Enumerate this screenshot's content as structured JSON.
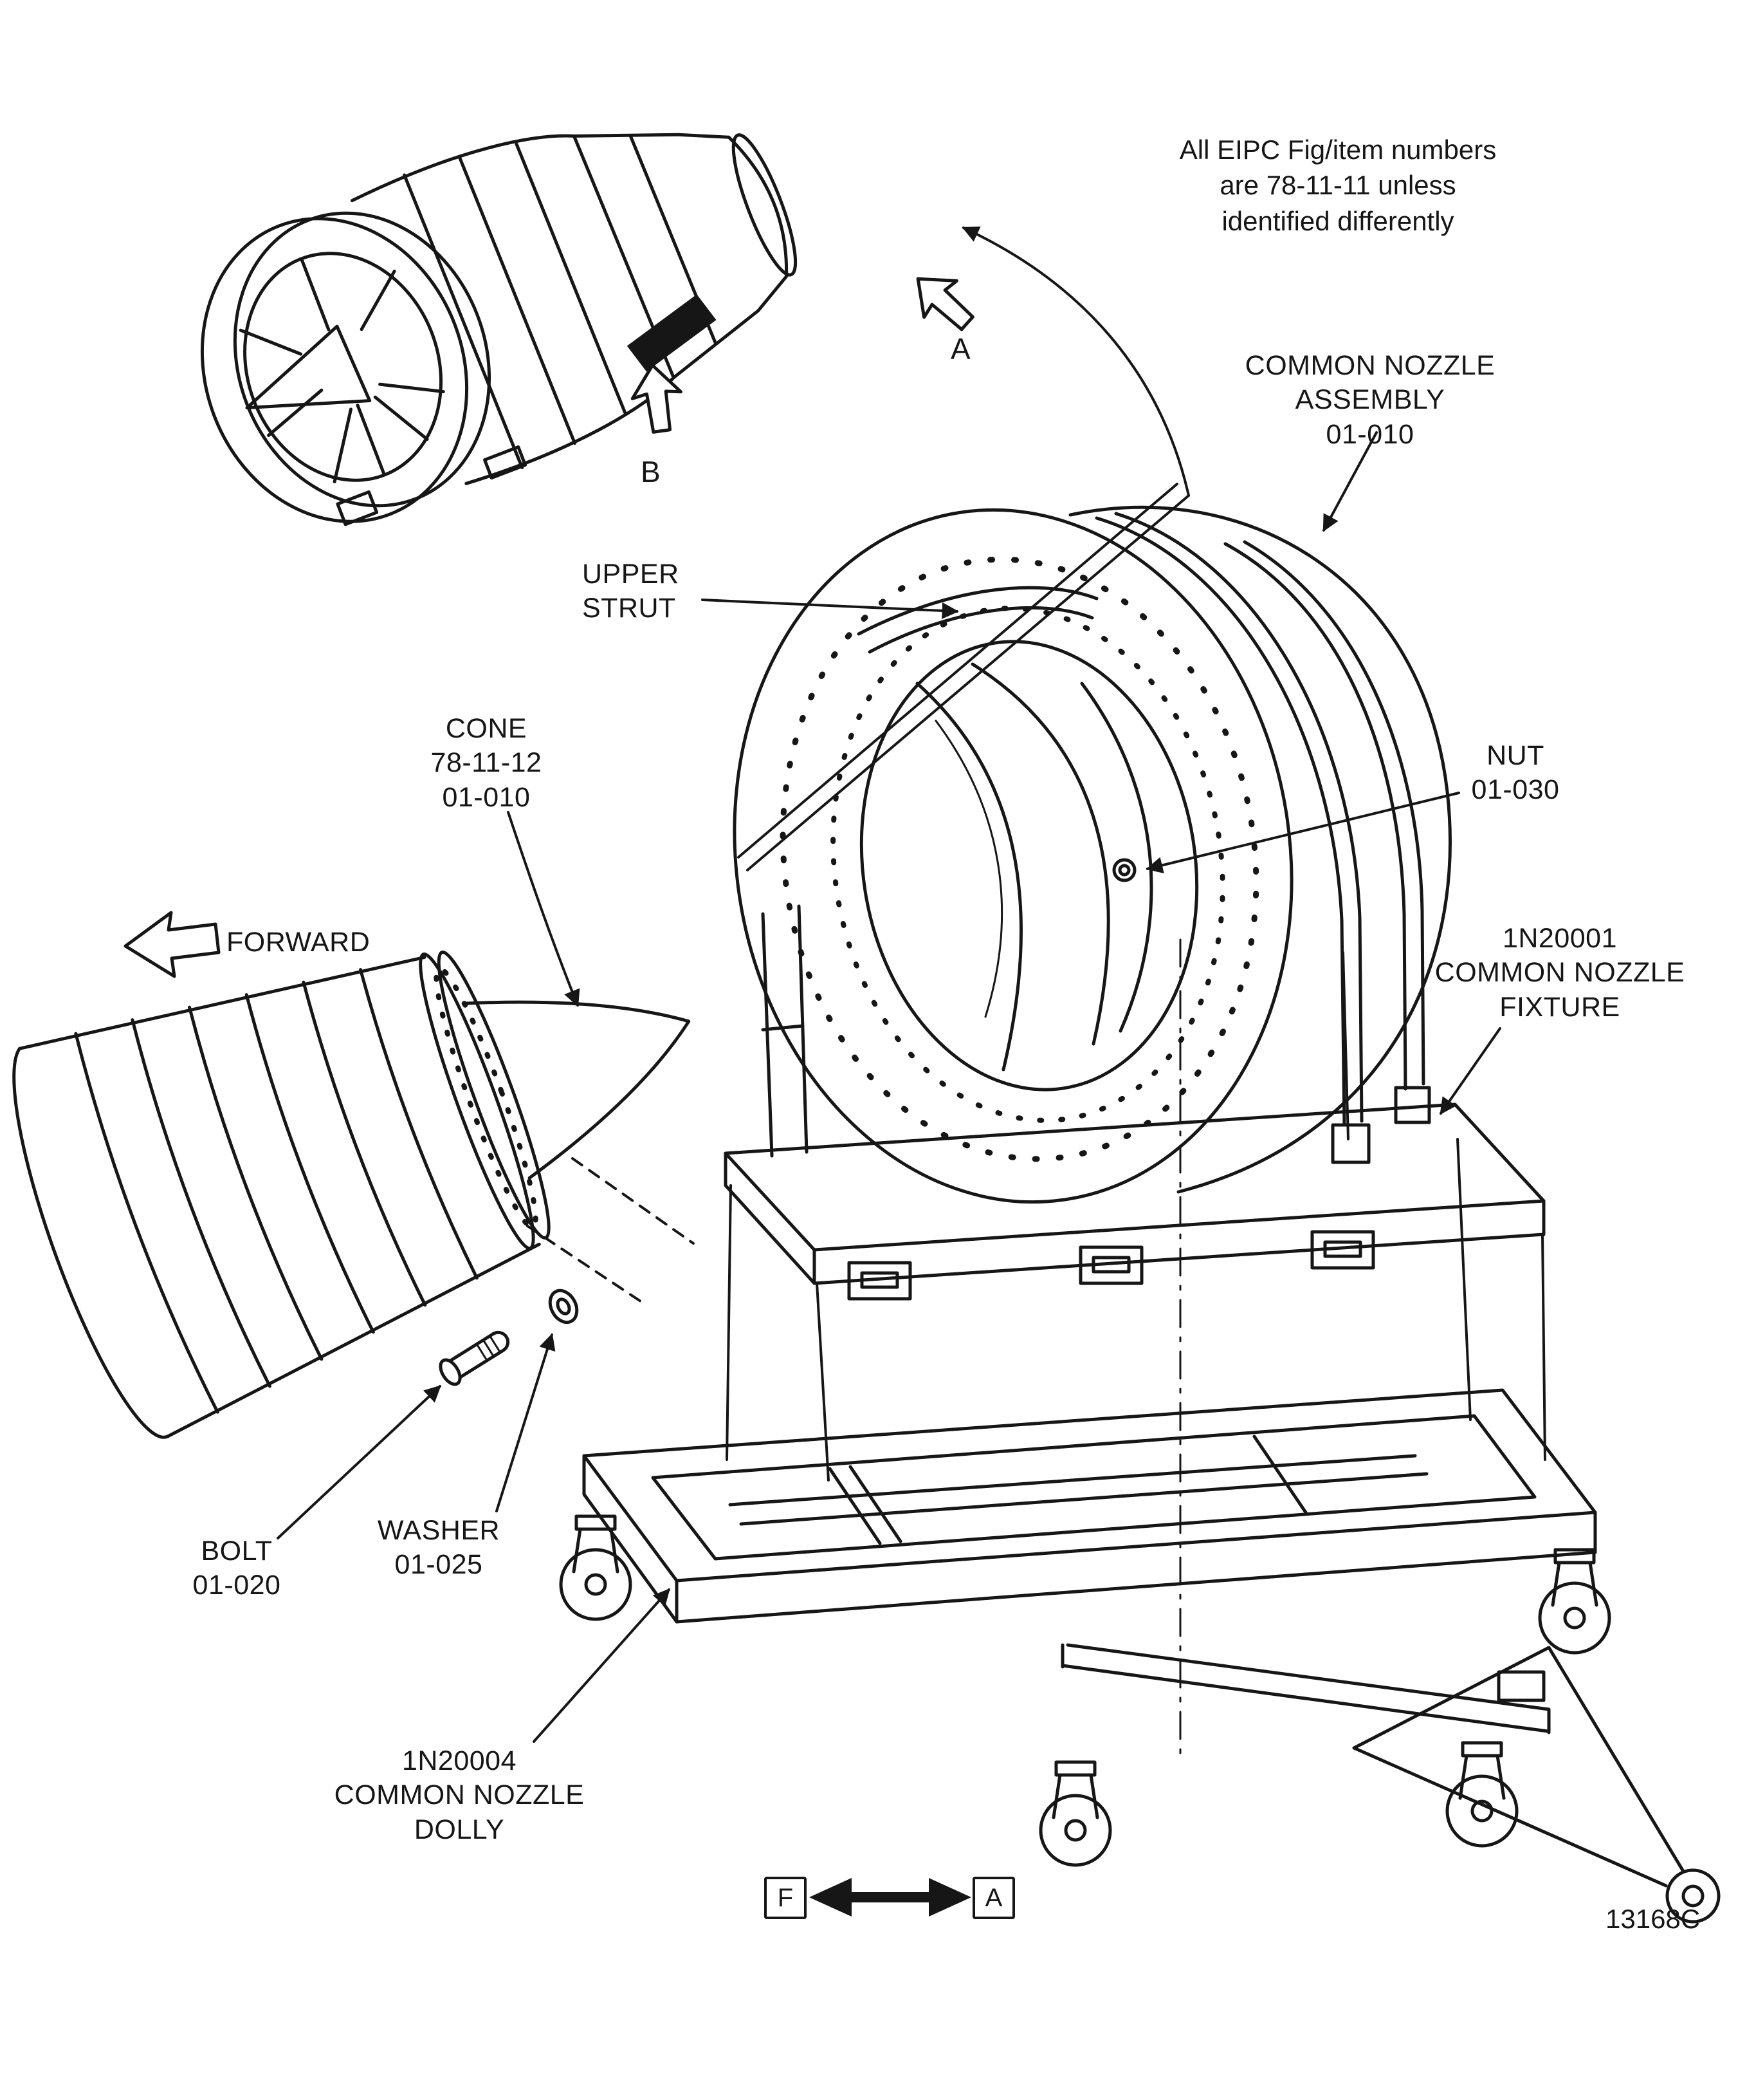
{
  "note": {
    "line1": "All EIPC Fig/item numbers",
    "line2": "are 78-11-11 unless",
    "line3": "identified differently"
  },
  "labels": {
    "common_nozzle_assembly": {
      "line1": "COMMON NOZZLE",
      "line2": "ASSEMBLY",
      "line3": "01-010"
    },
    "upper_strut": {
      "line1": "UPPER",
      "line2": "STRUT"
    },
    "cone": {
      "line1": "CONE",
      "line2": "78-11-12",
      "line3": "01-010"
    },
    "nut": {
      "line1": "NUT",
      "line2": "01-030"
    },
    "fixture": {
      "line1": "1N20001",
      "line2": "COMMON NOZZLE",
      "line3": "FIXTURE"
    },
    "forward": "FORWARD",
    "bolt": {
      "line1": "BOLT",
      "line2": "01-020"
    },
    "washer": {
      "line1": "WASHER",
      "line2": "01-025"
    },
    "dolly": {
      "line1": "1N20004",
      "line2": "COMMON NOZZLE",
      "line3": "DOLLY"
    },
    "view_arrow_a": "A",
    "view_arrow_b": "B",
    "legend_f": "F",
    "legend_a": "A",
    "figure_number": "13168C"
  },
  "colors": {
    "ink": "#161616",
    "paper": "#ffffff"
  }
}
